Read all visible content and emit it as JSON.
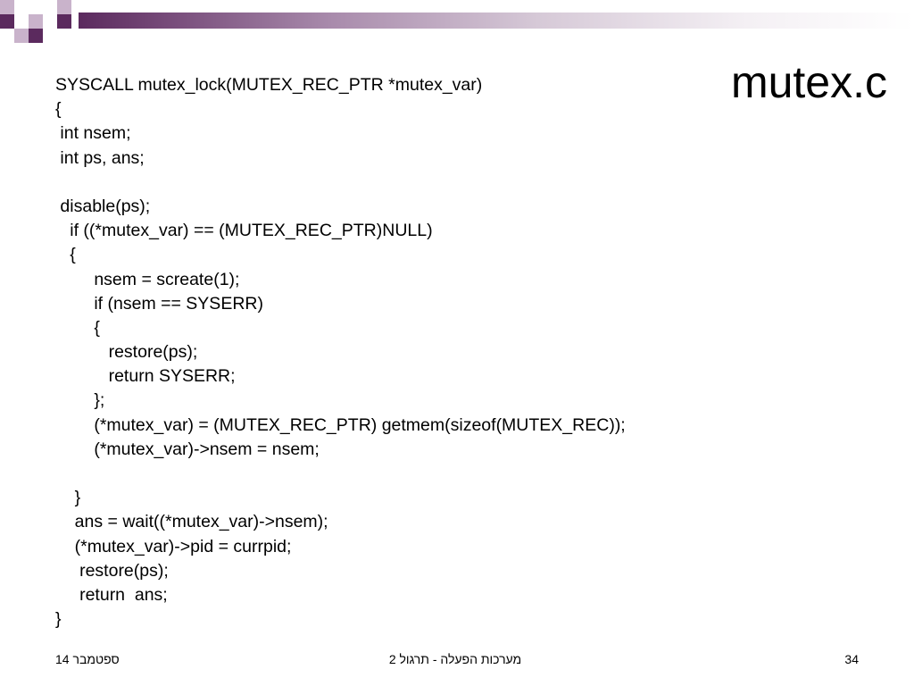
{
  "slide": {
    "title": "mutex.c",
    "accent_color": "#5b2a5e",
    "accent_light": "#a88aab"
  },
  "code_lines": [
    "SYSCALL mutex_lock(MUTEX_REC_PTR *mutex_var)",
    "{",
    " int nsem;",
    " int ps, ans;",
    "",
    " disable(ps);",
    "   if ((*mutex_var) == (MUTEX_REC_PTR)NULL)",
    "   {",
    "        nsem = screate(1);",
    "        if (nsem == SYSERR)",
    "        {",
    "           restore(ps);",
    "           return SYSERR;",
    "        };",
    "        (*mutex_var) = (MUTEX_REC_PTR) getmem(sizeof(MUTEX_REC));",
    "        (*mutex_var)->nsem = nsem;",
    "",
    "    }",
    "    ans = wait((*mutex_var)->nsem);",
    "    (*mutex_var)->pid = currpid;",
    "     restore(ps);",
    "     return  ans;",
    "}"
  ],
  "footer": {
    "date": "ספטמבר 14",
    "course": "מערכות הפעלה - תרגול 2",
    "page_number": "34"
  }
}
